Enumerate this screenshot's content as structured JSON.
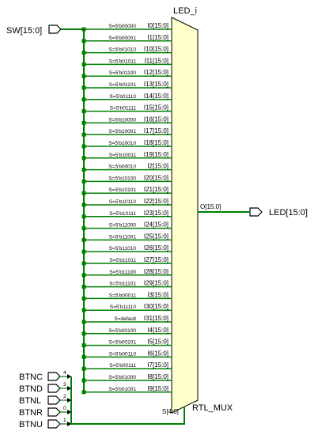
{
  "mux": {
    "instance": "LED_i",
    "type_label": "RTL_MUX",
    "output_pin": "O[15:0]",
    "select_pin": "S[4:0]",
    "body_color": "#ffffcc",
    "wire_color": "#007f00"
  },
  "ports": {
    "input_bus": "SW[15:0]",
    "output_bus": "LED[15:0]",
    "buttons": [
      {
        "name": "BTNC",
        "bit": "4"
      },
      {
        "name": "BTND",
        "bit": "3"
      },
      {
        "name": "BTNL",
        "bit": "2"
      },
      {
        "name": "BTNR",
        "bit": "0"
      },
      {
        "name": "BTNU",
        "bit": "1"
      }
    ]
  },
  "mux_inputs": [
    {
      "sel": "S=5'b00000",
      "pin": "I0[15:0]"
    },
    {
      "sel": "S=5'b00001",
      "pin": "I1[15:0]"
    },
    {
      "sel": "S=5'b01010",
      "pin": "I10[15:0]"
    },
    {
      "sel": "S=5'b01011",
      "pin": "I11[15:0]"
    },
    {
      "sel": "S=5'b01100",
      "pin": "I12[15:0]"
    },
    {
      "sel": "S=5'b01101",
      "pin": "I13[15:0]"
    },
    {
      "sel": "S=5'b01110",
      "pin": "I14[15:0]"
    },
    {
      "sel": "S=5'b01111",
      "pin": "I15[15:0]"
    },
    {
      "sel": "S=5'b10000",
      "pin": "I16[15:0]"
    },
    {
      "sel": "S=5'b10001",
      "pin": "I17[15:0]"
    },
    {
      "sel": "S=5'b10010",
      "pin": "I18[15:0]"
    },
    {
      "sel": "S=5'b10011",
      "pin": "I19[15:0]"
    },
    {
      "sel": "S=5'b00010",
      "pin": "I2[15:0]"
    },
    {
      "sel": "S=5'b10100",
      "pin": "I20[15:0]"
    },
    {
      "sel": "S=5'b10101",
      "pin": "I21[15:0]"
    },
    {
      "sel": "S=5'b10110",
      "pin": "I22[15:0]"
    },
    {
      "sel": "S=5'b10111",
      "pin": "I23[15:0]"
    },
    {
      "sel": "S=5'b11000",
      "pin": "I24[15:0]"
    },
    {
      "sel": "S=5'b11001",
      "pin": "I25[15:0]"
    },
    {
      "sel": "S=5'b11010",
      "pin": "I26[15:0]"
    },
    {
      "sel": "S=5'b11011",
      "pin": "I27[15:0]"
    },
    {
      "sel": "S=5'b11100",
      "pin": "I28[15:0]"
    },
    {
      "sel": "S=5'b11101",
      "pin": "I29[15:0]"
    },
    {
      "sel": "S=5'b00011",
      "pin": "I3[15:0]"
    },
    {
      "sel": "S=5'b11110",
      "pin": "I30[15:0]"
    },
    {
      "sel": "S=default",
      "pin": "I31[15:0]"
    },
    {
      "sel": "S=5'b00100",
      "pin": "I4[15:0]"
    },
    {
      "sel": "S=5'b00101",
      "pin": "I5[15:0]"
    },
    {
      "sel": "S=5'b00110",
      "pin": "I6[15:0]"
    },
    {
      "sel": "S=5'b00111",
      "pin": "I7[15:0]"
    },
    {
      "sel": "S=5'b01000",
      "pin": "I8[15:0]"
    },
    {
      "sel": "S=5'b01001",
      "pin": "I9[15:0]"
    }
  ]
}
